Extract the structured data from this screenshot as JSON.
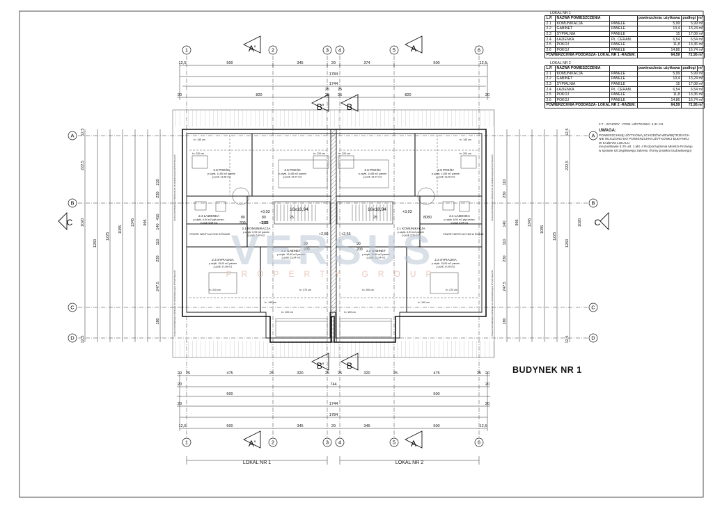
{
  "title": "BUDYNEK NR 1",
  "lokal_labels": [
    "LOKAL NR 1",
    "LOKAL NR 2"
  ],
  "table1": {
    "name": "LOKAL NR 1",
    "headers": [
      "L.P.",
      "NAZWA POMIESZCZENIA",
      "",
      "powierzchnia: użytkowa",
      "podłogi",
      "m²"
    ],
    "rows": [
      [
        "2.1",
        "KOMUNIKACJA",
        "PANELE",
        "5,99",
        "5,99 m²"
      ],
      [
        "2.2",
        "GABINET",
        "PANELE",
        "10,4",
        "13,24 m²"
      ],
      [
        "2.3",
        "SYPIALNIA",
        "PANELE",
        "15",
        "17,08 m²"
      ],
      [
        "2.4",
        "ŁAZIENKA",
        "PŁ. CERAM.",
        "6,54",
        "6,54 m²"
      ],
      [
        "2.5",
        "POKÓJ",
        "PANELE",
        "11,8",
        "13,36 m²"
      ],
      [
        "2.6",
        "POKÓJ",
        "PANELE",
        "14,86",
        "16,74 m²"
      ]
    ],
    "total": [
      "POWIERZCHNIA PODDASZA- LOKAL NR 1 -RAZEM:",
      "64,59",
      "72,95 m²"
    ]
  },
  "table2": {
    "name": "LOKAL NR 2",
    "headers": [
      "L.P.",
      "NAZWA POMIESZCZENIA",
      "",
      "powierzchnia: użytkowa",
      "podłogi",
      "m²"
    ],
    "rows": [
      [
        "2.1",
        "KOMUNIKACJA",
        "PANELE",
        "5,99",
        "5,99 m²"
      ],
      [
        "2.2",
        "GABINET",
        "PANELE",
        "10,4",
        "13,24 m²"
      ],
      [
        "2.3",
        "SYPIALNIA",
        "PANELE",
        "15",
        "17,08 m²"
      ],
      [
        "2.4",
        "ŁAZIENKA",
        "PŁ. CERAM.",
        "6,54",
        "6,54 m²"
      ],
      [
        "2.5",
        "POKÓJ",
        "PANELE",
        "11,8",
        "13,36 m²"
      ],
      [
        "2.6",
        "POKÓJ",
        "PANELE",
        "14,86",
        "16,74 m²"
      ]
    ],
    "total": [
      "POWIERZCHNIA PODDASZA- LOKAL NR 2 -RAZEM:",
      "64,59",
      "72,95 m²"
    ]
  },
  "stairs_note": "2.7 - SCHODY - POW. UŻYTKOWA: 4,31 m2",
  "uwaga": {
    "title": "UWAGA:",
    "lines": [
      "POWIERZCHNIĘ UŻYTKOWĄ SCHODÓW WEWNĘTRZNYCH",
      "NIE WLICZONO DO POWIERZCHNI UŻYTKOWEJ BUDYNKU",
      "W KAŻDYM LOKALU",
      "(na podstawie § 20 ust. 1 pkt. 4 Rozporządzenia Ministra Rozwoju",
      "w sprawie szczegółowego zakresu i formy projektu budowlanego)"
    ]
  },
  "watermark": {
    "main": "VERSUS",
    "sub": "PROPERTY GROUP"
  },
  "axes_vertical": [
    "1",
    "2",
    "3",
    "4",
    "5",
    "6"
  ],
  "axes_horizontal": [
    "A",
    "B",
    "C",
    "D"
  ],
  "section_marks": {
    "a": "A",
    "a_prime": "A'",
    "b_prime": "B'",
    "c": "C"
  },
  "dims_top": {
    "row1": [
      "12,5",
      "500",
      "345",
      "29",
      "374",
      "500",
      "12,5"
    ],
    "row2": "1784",
    "row3": "1744",
    "row4": [
      "20",
      "820",
      "25",
      "25",
      "820",
      "20"
    ],
    "row4_extra": [
      "25",
      "25"
    ]
  },
  "dims_bottom": {
    "row1": [
      "20",
      "25",
      "475",
      "25",
      "320",
      "25",
      "25",
      "320",
      "25",
      "475",
      "25",
      "20"
    ],
    "row2": [
      "20",
      "744",
      "20"
    ],
    "row3": [
      "500",
      "500"
    ],
    "row4": [
      "20",
      "1744",
      "20"
    ],
    "row5": "1784",
    "row6": [
      "12,5",
      "500",
      "345",
      "29",
      "345",
      "500",
      "12,5"
    ]
  },
  "dims_left": [
    "12,5",
    "222,5",
    "210",
    "230",
    "410",
    "140",
    "110",
    "230",
    "247,5",
    "180",
    "12,5",
    "1020",
    "1260",
    "1225",
    "1085",
    "1345",
    "995"
  ],
  "dims_right": [
    "12,5",
    "222,5",
    "110",
    "230",
    "140",
    "110",
    "230",
    "247,5",
    "180",
    "12,5",
    "995",
    "1345",
    "1085",
    "1225",
    "1260",
    "1020"
  ],
  "rooms": [
    {
      "name": "2.5 POKÓJ",
      "area": "p.użytk. 11,80 m2 panele",
      "floor": "p.podł. 13,36 m2"
    },
    {
      "name": "2.6 POKÓJ",
      "area": "p.użytk. 14,86 m2 panele",
      "floor": "p.podł. 16,74 m2"
    },
    {
      "name": "2.6 POKÓJ",
      "area": "p.użytk. 14,86 m2 panele",
      "floor": "p.podł. 16,74 m2"
    },
    {
      "name": "2.5 POKÓJ",
      "area": "p.użytk. 11,80 m2 panele",
      "floor": "p.podł. 13,36 m2"
    },
    {
      "name": "2.4 ŁAZIENKA",
      "area": "p.użytk. 6,54 m2 płyt.ceram.",
      "floor": "p.podł. 6,54 m2"
    },
    {
      "name": "2.1 KOMUNIKACJA",
      "area": "p.użytk. 5,99 m2 panele",
      "floor": "p.podł. 5,99 m2"
    },
    {
      "name": "2.1 KOMUNIKACJA",
      "area": "p.użytk. 5,99 m2 panele",
      "floor": "p.podł. 5,99 m2"
    },
    {
      "name": "2.4 ŁAZIENKA",
      "area": "p.użytk. 6,54 m2 płyt.ceram.",
      "floor": "p.podł. 6,54 m2"
    },
    {
      "name": "2.3 SYPIALNIA",
      "area": "p.użytk. 15,00 m2 panele",
      "floor": "p.podł. 17,08 m2"
    },
    {
      "name": "2.2 GABINET",
      "area": "p.użytk. 10,40 m2 panele",
      "floor": "p.podł. 13,24 m2"
    },
    {
      "name": "2.2 GABINET",
      "area": "p.użytk. 10,40 m2 panele",
      "floor": "p.podł. 13,24 m2"
    },
    {
      "name": "2.3 SYPIALNIA",
      "area": "p.użytk. 15,00 m2 panele",
      "floor": "p.podł. 17,08 m2"
    }
  ],
  "stairs": [
    "16x18,94",
    "16x18,94"
  ],
  "levels": [
    "+3,03",
    "+2,56",
    "+2,56",
    "+3,03",
    "+3,03"
  ],
  "door_labels": [
    "80",
    "200",
    "80",
    "200",
    "90",
    "200",
    "90",
    "200",
    "25",
    "25",
    "80",
    "80"
  ],
  "heights": [
    "h= 140 cm",
    "h= 220 cm",
    "h= 220 cm",
    "h= 220 cm",
    "h= 140 cm",
    "h= 100 cm",
    "h= 100 cm",
    "h= 220 cm",
    "h= 270 cm",
    "h= 140 cm",
    "h= 200 cm",
    "h= 140 cm",
    "h= 270 cm",
    "h= 200 cm"
  ],
  "ventilation": "OTWORY WENTYLACYJNE W ŚCIANIE",
  "wall_note": "ŚCIANA PRZYWEDNEK OTWORAMI NP. 28 ZAPEWNIAJĄCE WYTRZYMAŁOŚĆ"
}
